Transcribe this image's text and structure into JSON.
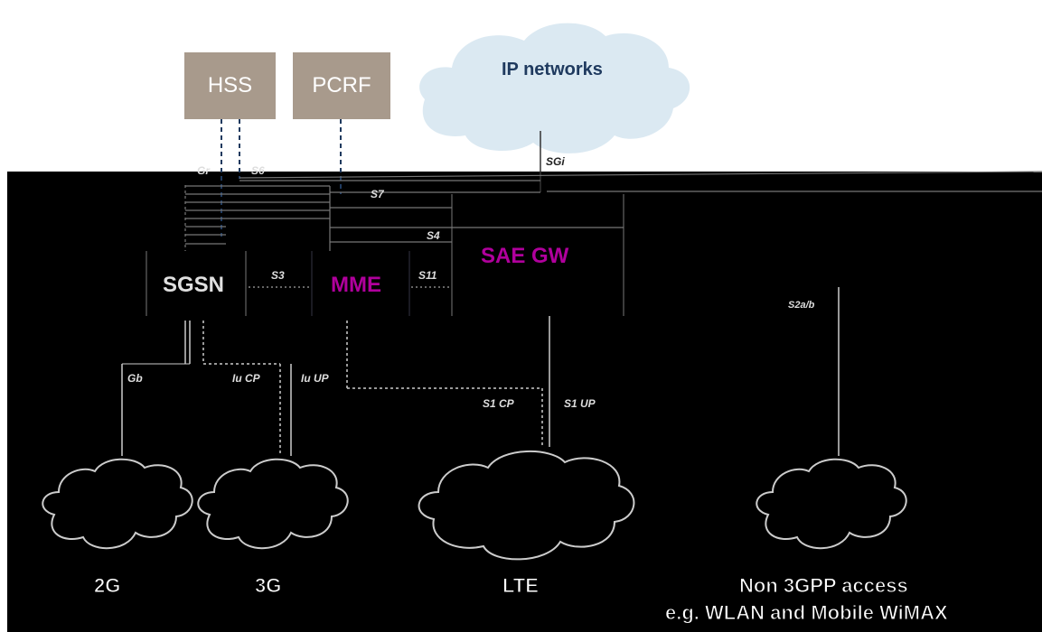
{
  "nodes": {
    "hss": "HSS",
    "pcrf": "PCRF",
    "ip_networks": "IP networks",
    "sgsn": "SGSN",
    "mme": "MME",
    "sae_gw": "SAE GW"
  },
  "interfaces": {
    "gr": "Gr",
    "s6": "S6",
    "sgi": "SGi",
    "s7": "S7",
    "s4": "S4",
    "s3": "S3",
    "s11": "S11",
    "s2ab": "S2a/b",
    "gb": "Gb",
    "iu_cp": "Iu CP",
    "iu_up": "Iu UP",
    "s1_cp": "S1 CP",
    "s1_up": "S1 UP"
  },
  "access": {
    "a2g": "2G",
    "a3g": "3G",
    "lte": "LTE",
    "non3gpp_line1": "Non 3GPP access",
    "non3gpp_line2": "e.g. WLAN and Mobile WiMAX"
  },
  "colors": {
    "box_fill": "#a89a8c",
    "cloud_fill": "#dbe9f2",
    "mme_text": "#b0009c",
    "sae_text": "#b0009c",
    "dark_band": "#000000"
  }
}
